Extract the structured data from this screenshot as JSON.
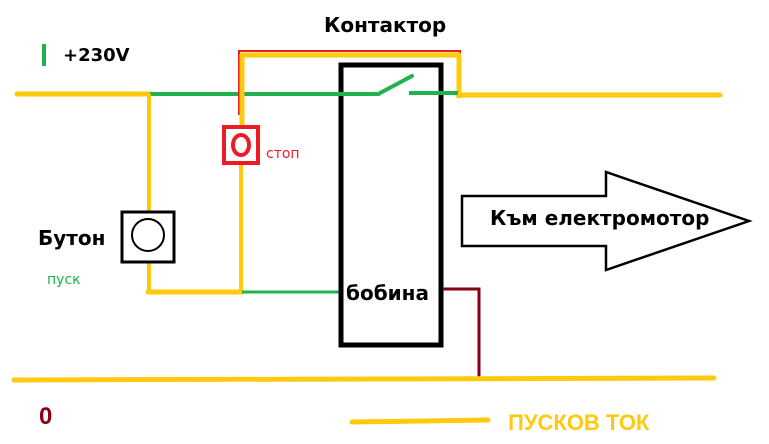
{
  "diagram": {
    "title": "Контактор",
    "supply_label": "+230V",
    "neutral_label": "0",
    "start_button_label": "Бутон",
    "start_button_sublabel": "пуск",
    "stop_button_label": "стоп",
    "coil_label": "бобина",
    "output_arrow_label": "Към електромотор",
    "legend": {
      "label": "ПУСКОВ ТОК",
      "color": "#ffc90e"
    },
    "colors": {
      "yellow_wire": "#ffc90e",
      "green_wire": "#22b14c",
      "red": "#ed1c24",
      "dark_red_wire": "#880015",
      "outline": "#000000"
    }
  }
}
